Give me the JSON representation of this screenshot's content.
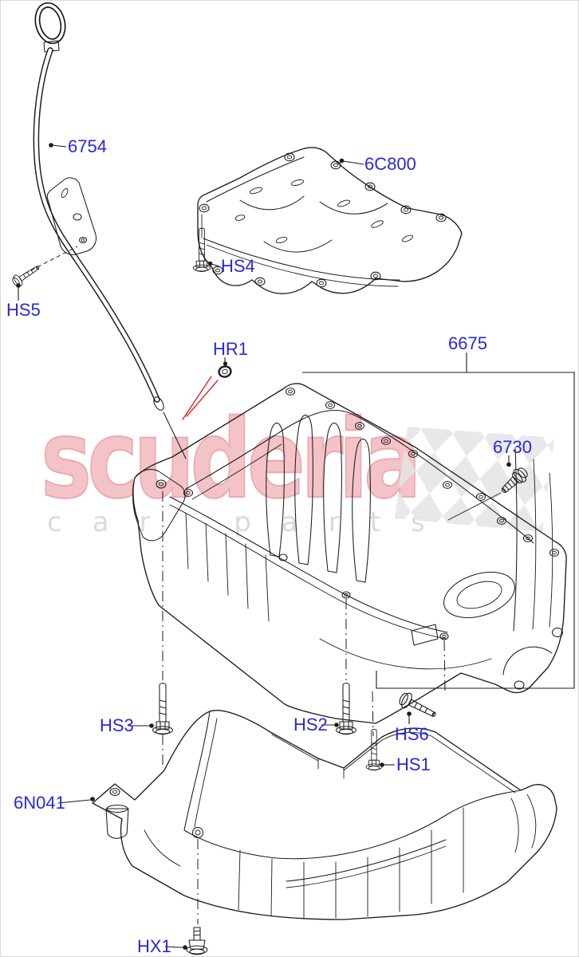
{
  "page": {
    "background": "#ffffff",
    "border_color": "#d9d9d9",
    "description_type": "exploded-parts-diagram"
  },
  "watermark": {
    "brand": "scuderia",
    "tagline": "car parts",
    "brand_fill": "#f4c3c7",
    "brand_outline": "#eba9ae",
    "tagline_color": "#dadada",
    "checker_color": "#e4e4e6"
  },
  "callout_style": {
    "label_color": "#2828dd",
    "leader_color": "#1b1b1b",
    "pointer_color": "#e62020"
  },
  "callouts": {
    "dipstick": "6754",
    "baffle": "6C800",
    "bolt_hs4": "HS4",
    "bolt_hs5": "HS5",
    "oring": "HR1",
    "oil_pan": "6675",
    "plug_6730": "6730",
    "bolt_hs3": "HS3",
    "bolt_hs2": "HS2",
    "bolt_hs6": "HS6",
    "bolt_hs1": "HS1",
    "lower_pan": "6N041",
    "drain_plug": "HX1"
  }
}
